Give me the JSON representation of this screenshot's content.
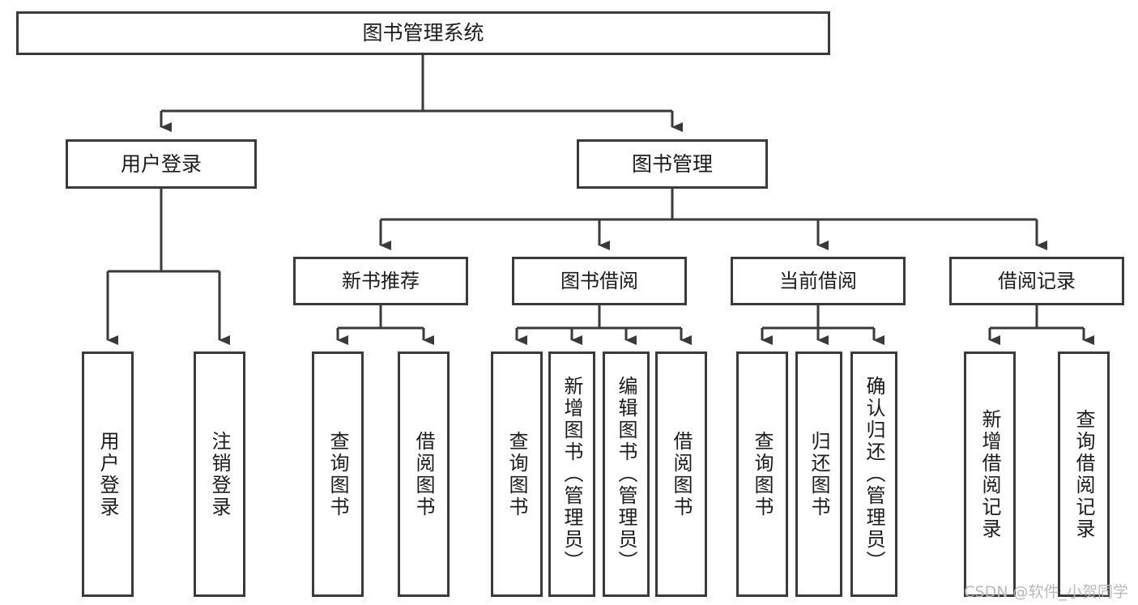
{
  "diagram": {
    "title": "图书管理系统",
    "type": "hierarchy-tree",
    "background_color": "#ffffff",
    "line_color": "#3a3a3a",
    "text_color": "#1b1b1b"
  },
  "root": {
    "label": "图书管理系统"
  },
  "level2": [
    {
      "label": "用户登录"
    },
    {
      "label": "图书管理"
    }
  ],
  "level3": [
    {
      "label": "新书推荐"
    },
    {
      "label": "图书借阅"
    },
    {
      "label": "当前借阅"
    },
    {
      "label": "借阅记录"
    }
  ],
  "leaves": {
    "user_login": [
      {
        "label": "用户登录"
      },
      {
        "label": "注销登录"
      }
    ],
    "new_book": [
      {
        "label": "查询图书"
      },
      {
        "label": "借阅图书"
      }
    ],
    "book_borrow": [
      {
        "label": "查询图书"
      },
      {
        "label": "新增图书（管理员）"
      },
      {
        "label": "编辑图书（管理员）"
      },
      {
        "label": "借阅图书"
      }
    ],
    "current_borrow": [
      {
        "label": "查询图书"
      },
      {
        "label": "归还图书"
      },
      {
        "label": "确认归还（管理员）"
      }
    ],
    "borrow_record": [
      {
        "label": "新增借阅记录"
      },
      {
        "label": "查询借阅记录"
      }
    ]
  },
  "watermark": {
    "text": "CSDN @软件_小贺同学"
  }
}
